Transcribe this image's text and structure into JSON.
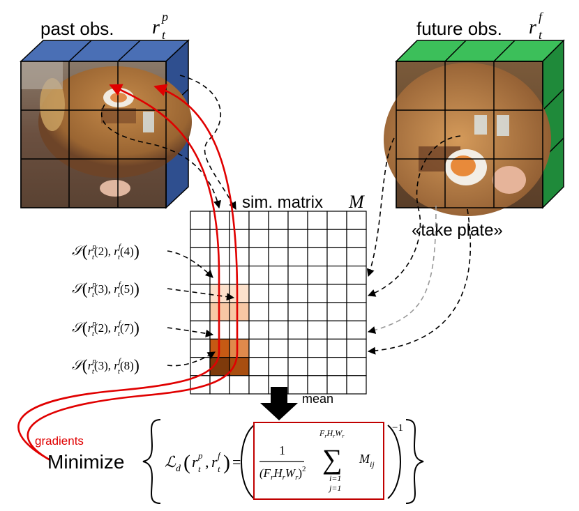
{
  "past_obs": {
    "label": "past obs.",
    "symbol": "r",
    "sub": "t",
    "sup": "p"
  },
  "future_obs": {
    "label": "future obs.",
    "symbol": "r",
    "sub": "t",
    "sup": "f"
  },
  "matrix": {
    "label": "sim. matrix",
    "symbol": "M",
    "rows": 10,
    "cols": 9,
    "highlighted": [
      {
        "row": 4,
        "col": 1,
        "color": "#fce1cc"
      },
      {
        "row": 4,
        "col": 2,
        "color": "#fce1cc"
      },
      {
        "row": 5,
        "col": 1,
        "color": "#f7c7a4"
      },
      {
        "row": 5,
        "col": 2,
        "color": "#f7c7a4"
      },
      {
        "row": 7,
        "col": 1,
        "color": "#c65a14"
      },
      {
        "row": 7,
        "col": 2,
        "color": "#e08a4c"
      },
      {
        "row": 8,
        "col": 1,
        "color": "#7e3a0b"
      },
      {
        "row": 8,
        "col": 2,
        "color": "#a84e10"
      }
    ]
  },
  "action_label": "«take plate»",
  "mean_label": "mean",
  "gradients_label": "gradients",
  "minimize_label": "Minimize",
  "similarity_labels": [
    {
      "p_idx": "(2)",
      "f_idx": "(4)"
    },
    {
      "p_idx": "(3)",
      "f_idx": "(5)"
    },
    {
      "p_idx": "(2)",
      "f_idx": "(7)"
    },
    {
      "p_idx": "(3)",
      "f_idx": "(8)"
    }
  ],
  "formula": {
    "loss": "ℒ",
    "loss_sub": "d",
    "numerator": "1",
    "denominator": "(F",
    "sum_upper": "FrHrWr",
    "sum_lower_i": "i=1",
    "sum_lower_j": "j=1",
    "element": "M",
    "element_sub": "ij",
    "exponent": "−1"
  },
  "colors": {
    "past_cube": "#4a6fb5",
    "past_cube_dark": "#2f4f8f",
    "future_cube": "#3cbf5a",
    "future_cube_dark": "#1f8a3a",
    "gradient_arrow": "#e00000",
    "formula_box": "#c00000"
  }
}
